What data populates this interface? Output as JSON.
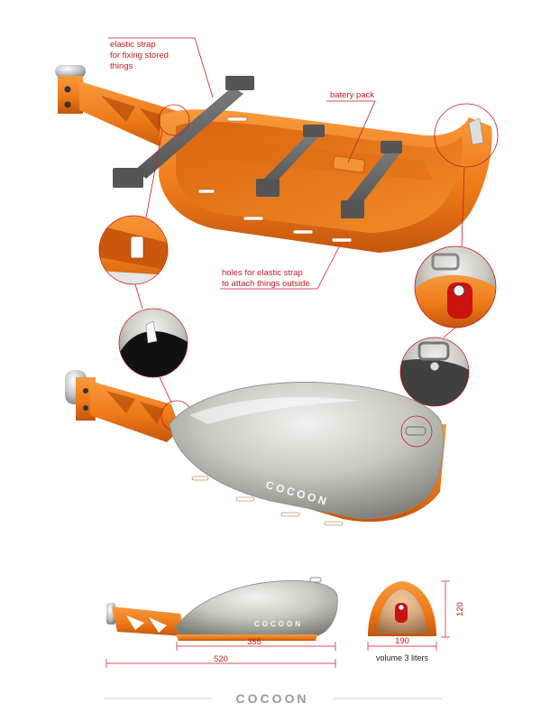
{
  "labels": {
    "elastic_strap": [
      "elastic strap",
      "for fixing stored",
      "things"
    ],
    "battery_pack": "batery pack",
    "holes": [
      "holes for elastic strap",
      "to attach things outside"
    ]
  },
  "brand": {
    "shell_text": "COCOON",
    "side_text": "COCOON",
    "footer_logo": "COCOON"
  },
  "dimensions": {
    "length_inner": "355",
    "length_total": "520",
    "width": "190",
    "height": "120",
    "volume": "volume 3 liters"
  },
  "colors": {
    "orange": "#f07d1a",
    "orange_dark": "#c4560c",
    "strap": "#6a6a6a",
    "shell": "#bdbdb5",
    "annotation": "#c8191e"
  }
}
